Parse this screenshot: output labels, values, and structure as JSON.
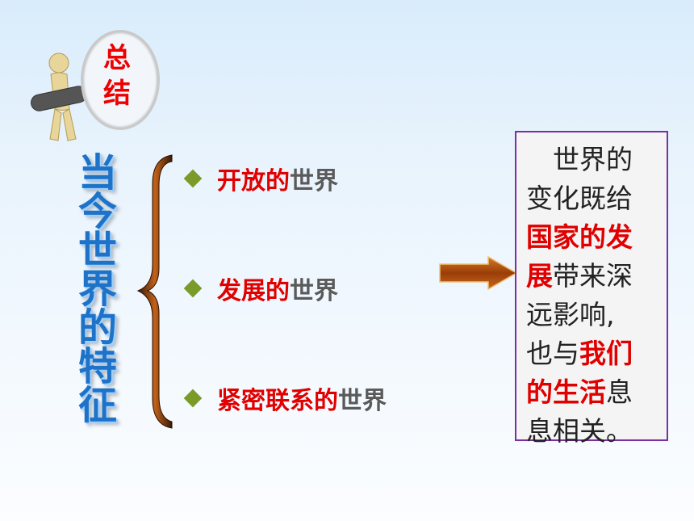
{
  "summary": {
    "badge_lines": [
      "总",
      "结"
    ]
  },
  "vertical_title": [
    "当",
    "今",
    "世",
    "界",
    "的",
    "特",
    "征"
  ],
  "items": [
    {
      "red": "开放的",
      "gray": "世界"
    },
    {
      "red": "发展的",
      "gray": "世界"
    },
    {
      "red": "紧密联系的",
      "gray": "世界"
    }
  ],
  "conclusion": {
    "lines": [
      [
        {
          "t": "　世界的",
          "c": "normal"
        }
      ],
      [
        {
          "t": "变化既给",
          "c": "normal"
        }
      ],
      [
        {
          "t": "国家的发",
          "c": "red"
        }
      ],
      [
        {
          "t": "展",
          "c": "red"
        },
        {
          "t": "带来深",
          "c": "normal"
        }
      ],
      [
        {
          "t": "远影响,",
          "c": "normal"
        }
      ],
      [
        {
          "t": "也与",
          "c": "normal"
        },
        {
          "t": "我们",
          "c": "red"
        }
      ],
      [
        {
          "t": "的生活",
          "c": "red"
        },
        {
          "t": "息",
          "c": "normal"
        }
      ],
      [
        {
          "t": "息相关。",
          "c": "normal"
        }
      ]
    ]
  },
  "colors": {
    "accent_red": "#e00000",
    "title_blue": "#1e73c8",
    "bullet_green": "#7a9b2a",
    "arrow_brown": "#b5580f",
    "border_purple": "#7b2fa2"
  }
}
